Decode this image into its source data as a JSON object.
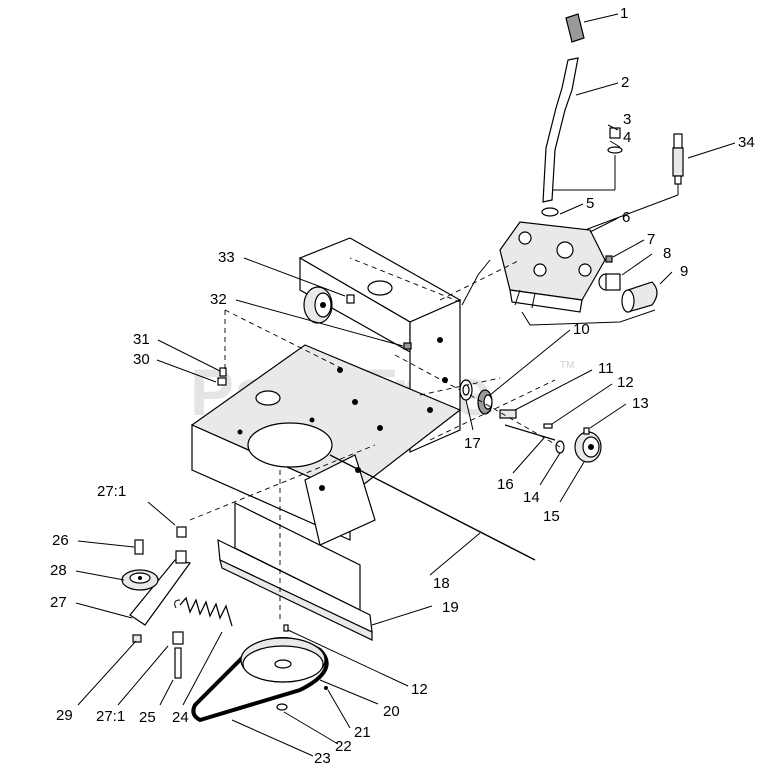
{
  "watermark": {
    "text": "PartsTree",
    "tm": "TM"
  },
  "callouts": [
    {
      "id": "c1",
      "text": "1"
    },
    {
      "id": "c2",
      "text": "2"
    },
    {
      "id": "c3",
      "text": "3"
    },
    {
      "id": "c4",
      "text": "4"
    },
    {
      "id": "c34",
      "text": "34"
    },
    {
      "id": "c5",
      "text": "5"
    },
    {
      "id": "c6",
      "text": "6"
    },
    {
      "id": "c7",
      "text": "7"
    },
    {
      "id": "c8",
      "text": "8"
    },
    {
      "id": "c9",
      "text": "9"
    },
    {
      "id": "c33",
      "text": "33"
    },
    {
      "id": "c32",
      "text": "32"
    },
    {
      "id": "c10",
      "text": "10"
    },
    {
      "id": "c11",
      "text": "11"
    },
    {
      "id": "c12a",
      "text": "12"
    },
    {
      "id": "c13",
      "text": "13"
    },
    {
      "id": "c31",
      "text": "31"
    },
    {
      "id": "c30",
      "text": "30"
    },
    {
      "id": "c17",
      "text": "17"
    },
    {
      "id": "c16",
      "text": "16"
    },
    {
      "id": "c14",
      "text": "14"
    },
    {
      "id": "c15",
      "text": "15"
    },
    {
      "id": "c27a",
      "text": "27:1"
    },
    {
      "id": "c26",
      "text": "26"
    },
    {
      "id": "c28",
      "text": "28"
    },
    {
      "id": "c27",
      "text": "27"
    },
    {
      "id": "c18",
      "text": "18"
    },
    {
      "id": "c19",
      "text": "19"
    },
    {
      "id": "c12b",
      "text": "12"
    },
    {
      "id": "c20",
      "text": "20"
    },
    {
      "id": "c29",
      "text": "29"
    },
    {
      "id": "c27b",
      "text": "27:1"
    },
    {
      "id": "c25",
      "text": "25"
    },
    {
      "id": "c24",
      "text": "24"
    },
    {
      "id": "c21",
      "text": "21"
    },
    {
      "id": "c22",
      "text": "22"
    },
    {
      "id": "c23",
      "text": "23"
    }
  ]
}
